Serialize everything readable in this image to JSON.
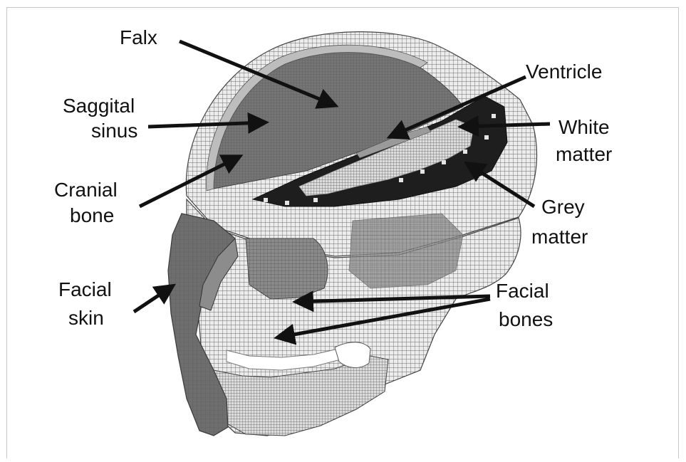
{
  "diagram": {
    "labels": {
      "falx": "Falx",
      "saggital_line1": "Saggital",
      "saggital_line2": "sinus",
      "cranial_line1": "Cranial",
      "cranial_line2": "bone",
      "facial_skin_line1": "Facial",
      "facial_skin_line2": "skin",
      "ventricle": "Ventricle",
      "white_line1": "White",
      "white_line2": "matter",
      "grey_line1": "Grey",
      "grey_line2": "matter",
      "facial_bones_line1": "Facial",
      "facial_bones_line2": "bones"
    },
    "colors": {
      "mesh_fill": "#ececec",
      "mesh_line": "#6a6a6a",
      "falx_fill": "#5e5e5e",
      "brain_cut": "#1e1e1e",
      "white_matter": "#cfcfcf",
      "skin_fill": "#6e6e6e",
      "teeth": "#ffffff"
    }
  }
}
